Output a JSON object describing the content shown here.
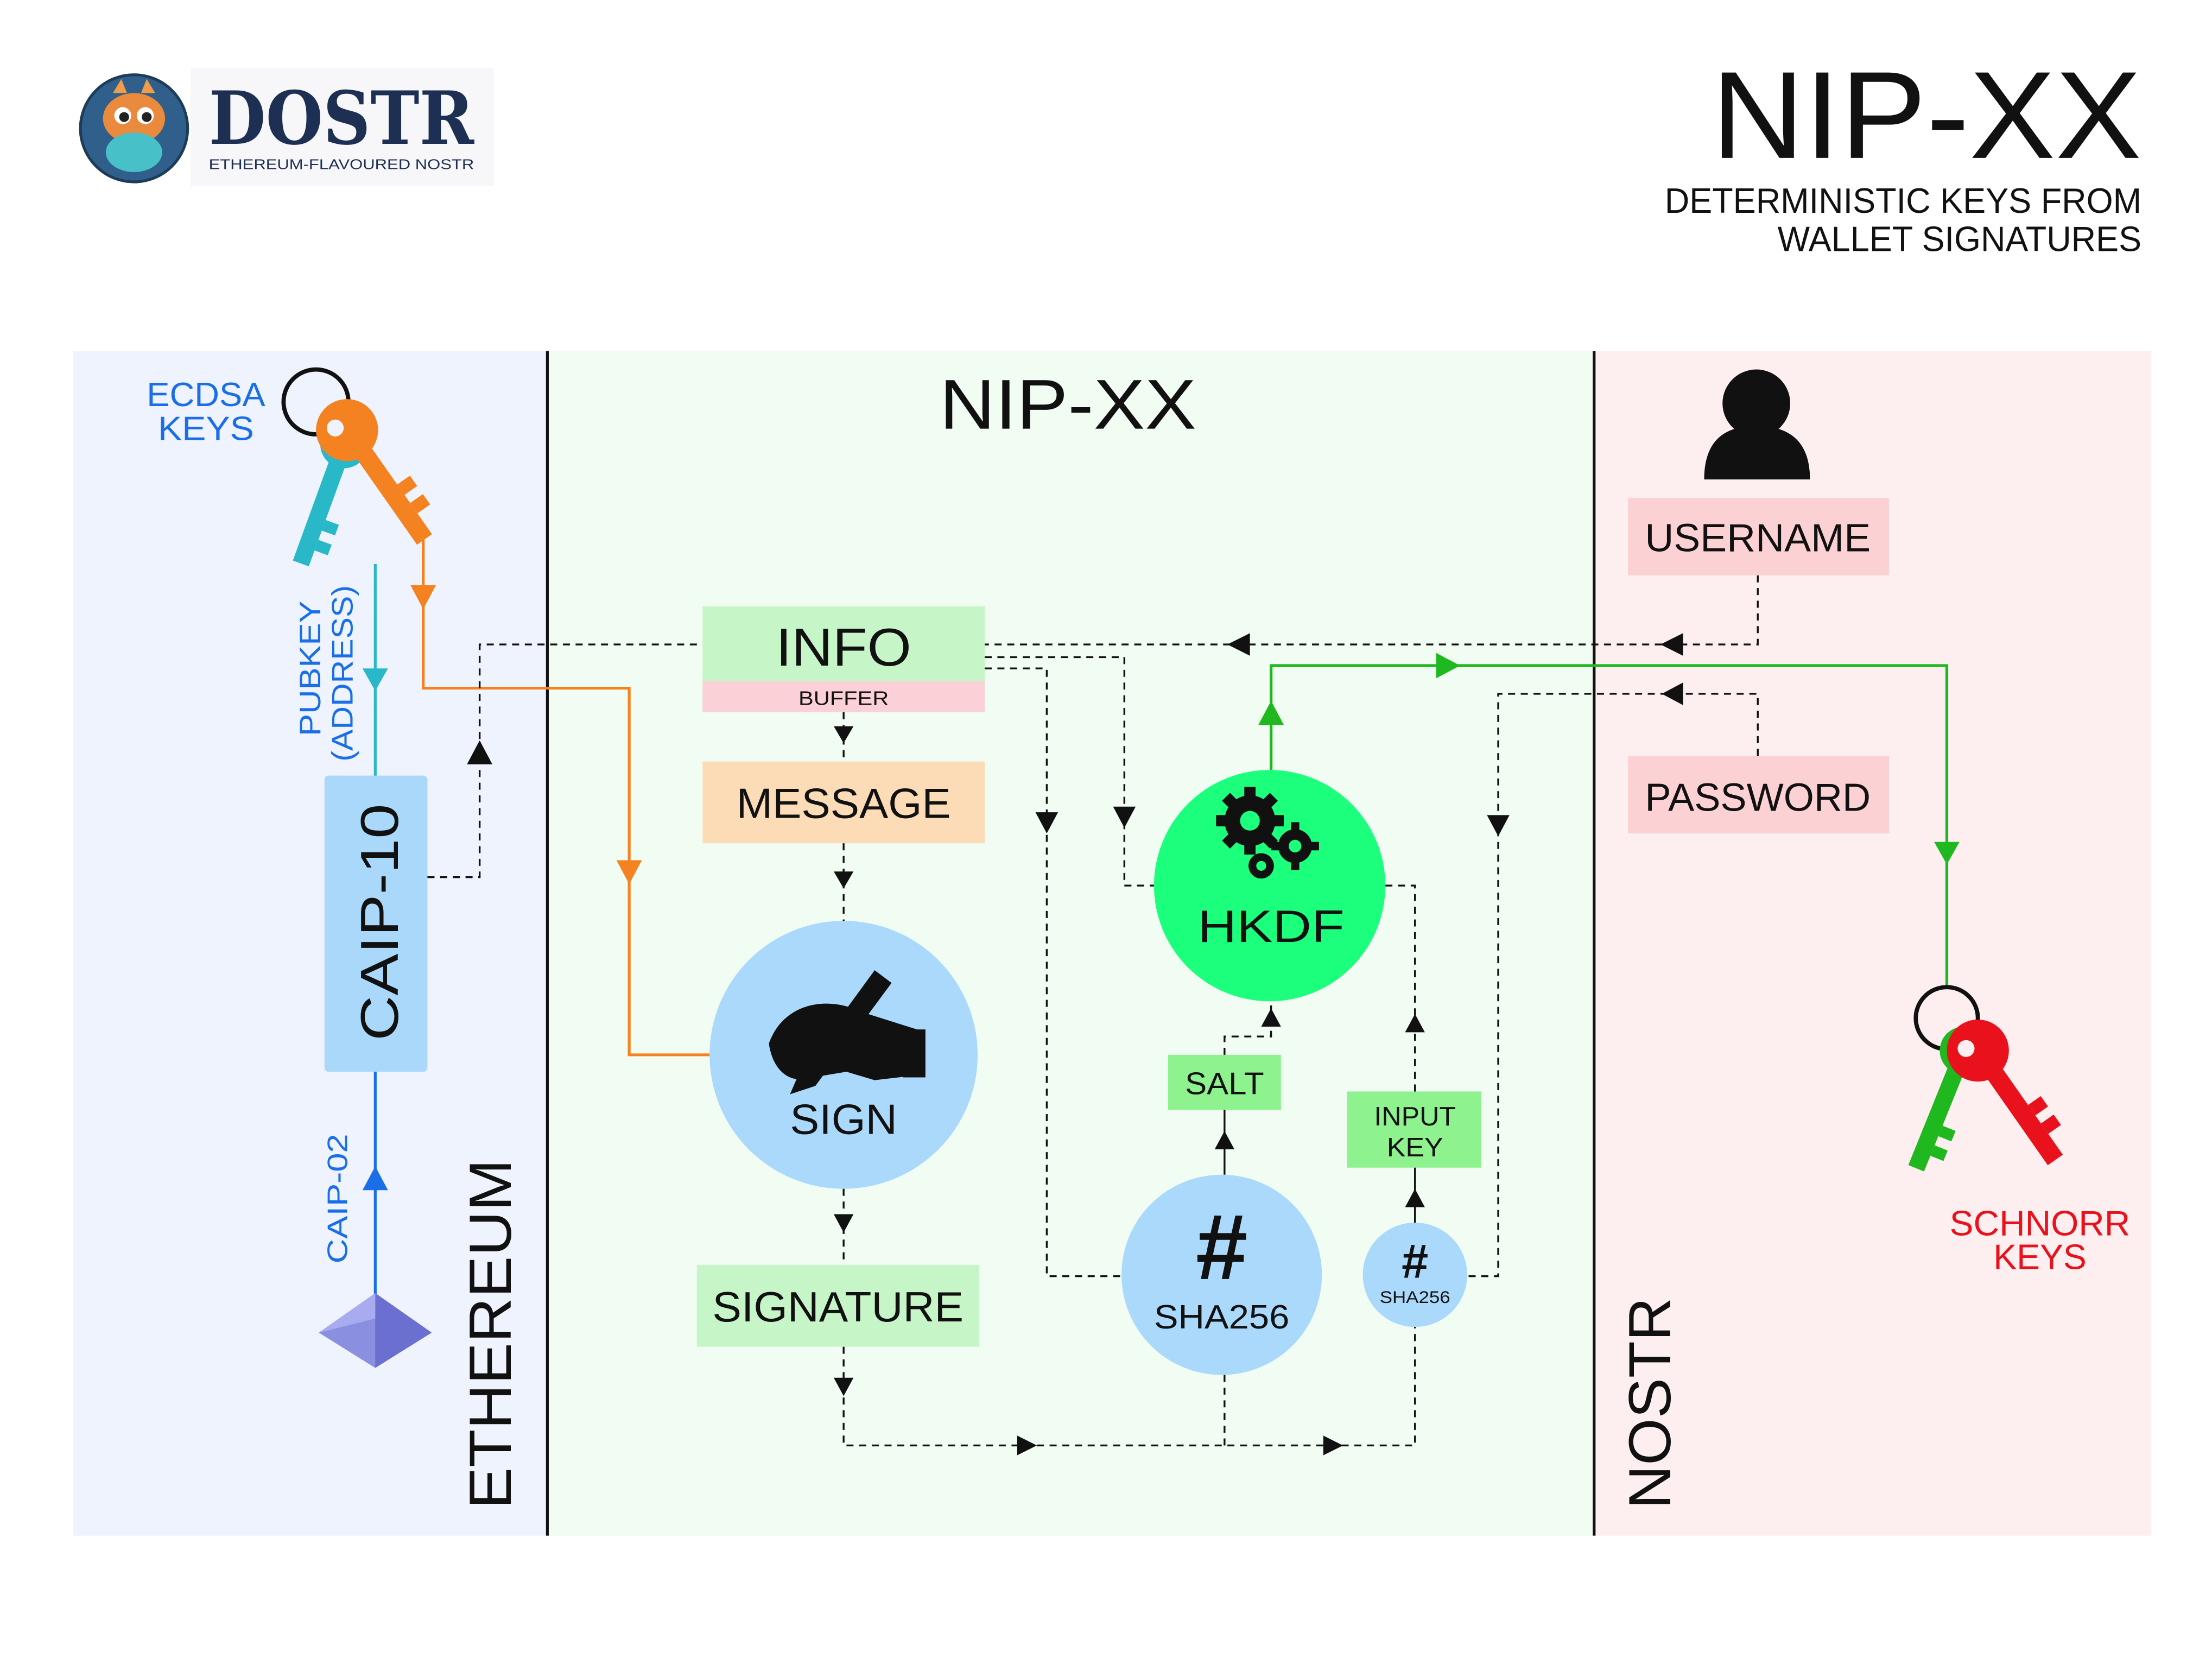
{
  "brand": {
    "name": "DOSTR",
    "tagline": "ETHEREUM-FLAVOURED NOSTR",
    "mascot": "dragon-mascot"
  },
  "header": {
    "title": "NIP-XX",
    "subtitle_line1": "DETERMINISTIC KEYS FROM",
    "subtitle_line2": "WALLET SIGNATURES"
  },
  "panels": {
    "ethereum": {
      "label": "ETHEREUM",
      "color": "#eef3fd"
    },
    "nip": {
      "label": "NIP-XX",
      "color": "#f1fcf2"
    },
    "nostr": {
      "label": "NOSTR",
      "color": "#fdeef0"
    }
  },
  "ethereum": {
    "keys_line1": "ECDSA",
    "keys_line2": "KEYS",
    "pubkey_line1": "PUBKEY",
    "pubkey_line2": "(ADDRESS)",
    "caip10": "CAIP-10",
    "caip02": "CAIP-02",
    "logo": "ethereum-diamond-icon"
  },
  "nip": {
    "info": "INFO",
    "buffer": "BUFFER",
    "message": "MESSAGE",
    "sign": "SIGN",
    "signature": "SIGNATURE",
    "hkdf": "HKDF",
    "salt": "SALT",
    "input_key_line1": "INPUT",
    "input_key_line2": "KEY",
    "sha_large_symbol": "#",
    "sha_large": "SHA256",
    "sha_small_symbol": "#",
    "sha_small": "SHA256"
  },
  "nostr": {
    "username": "USERNAME",
    "password": "PASSWORD",
    "keys_line1": "SCHNORR",
    "keys_line2": "KEYS",
    "user_icon": "user-icon"
  },
  "colors": {
    "orange": "#f58220",
    "teal": "#29b8c8",
    "blue": "#1a6ee8",
    "green": "#1fb81f",
    "red": "#e8111c",
    "hkdf": "#1cff7d",
    "sha": "#aad9fb",
    "info_box": "#c6f5c7",
    "buffer_box": "#fbd1d7",
    "message_box": "#fcdcb6",
    "nostr_box": "#fbd1d4"
  }
}
